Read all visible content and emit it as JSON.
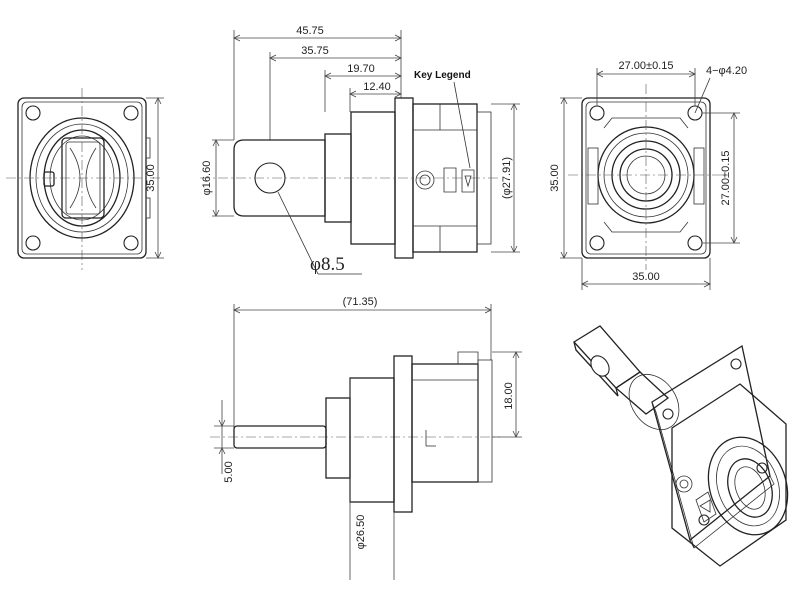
{
  "dimensions": {
    "overall_length_top": "45.75",
    "length_2": "35.75",
    "length_3": "19.70",
    "length_4": "12.40",
    "flange_side_left": "35.00",
    "tab_dia": "φ16.60",
    "housing_dia": "(φ27.91)",
    "hole_dia": "φ8.5",
    "mount_spacing_h": "27.00±0.15",
    "mount_holes": "4−φ4.20",
    "flange_side_right_v": "35.00",
    "mount_spacing_v": "27.00±0.15",
    "flange_width_bottom": "35.00",
    "overall_length_side": "(71.35)",
    "side_height": "18.00",
    "tab_thickness": "5.00",
    "body_dia": "φ26.50"
  },
  "labels": {
    "key_legend": "Key Legend"
  }
}
